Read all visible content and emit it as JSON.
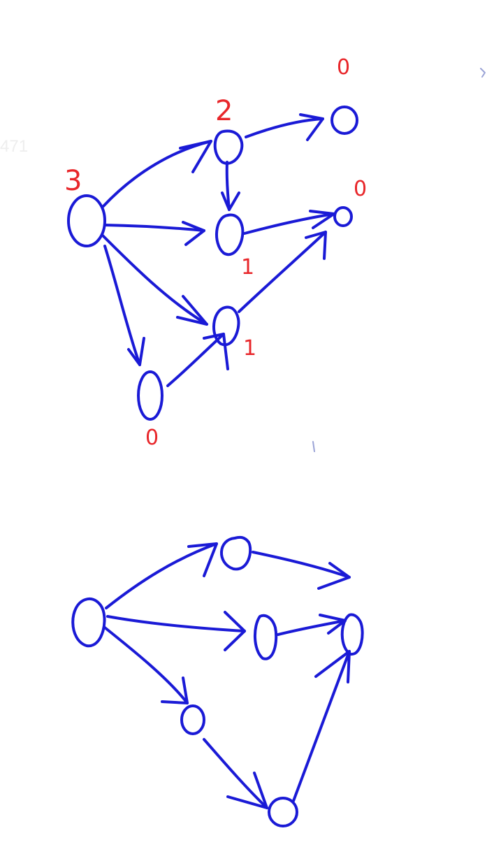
{
  "colors": {
    "ink": "#1a1ad6",
    "label": "#e8262a",
    "background": "#ffffff",
    "watermark": "#eeeeee"
  },
  "watermark": "471",
  "graphs": [
    {
      "id": "top",
      "nodes": [
        {
          "id": "A",
          "label": "3"
        },
        {
          "id": "B",
          "label": "2"
        },
        {
          "id": "C",
          "label": "0"
        },
        {
          "id": "D",
          "label": "1"
        },
        {
          "id": "E",
          "label": "0"
        },
        {
          "id": "F",
          "label": "1"
        },
        {
          "id": "G",
          "label": "0"
        }
      ],
      "edges": [
        {
          "from": "A",
          "to": "B"
        },
        {
          "from": "A",
          "to": "D"
        },
        {
          "from": "A",
          "to": "F"
        },
        {
          "from": "A",
          "to": "G"
        },
        {
          "from": "B",
          "to": "C"
        },
        {
          "from": "B",
          "to": "D"
        },
        {
          "from": "D",
          "to": "E"
        },
        {
          "from": "F",
          "to": "E"
        },
        {
          "from": "G",
          "to": "F"
        }
      ]
    },
    {
      "id": "bottom",
      "nodes": [
        {
          "id": "A"
        },
        {
          "id": "B"
        },
        {
          "id": "C"
        },
        {
          "id": "D"
        },
        {
          "id": "E"
        },
        {
          "id": "F"
        }
      ],
      "edges": [
        {
          "from": "A",
          "to": "B"
        },
        {
          "from": "A",
          "to": "C"
        },
        {
          "from": "A",
          "to": "E"
        },
        {
          "from": "B"
        },
        {
          "from": "C",
          "to": "D"
        },
        {
          "from": "E",
          "to": "F"
        },
        {
          "from": "F",
          "to": "D"
        }
      ]
    }
  ]
}
